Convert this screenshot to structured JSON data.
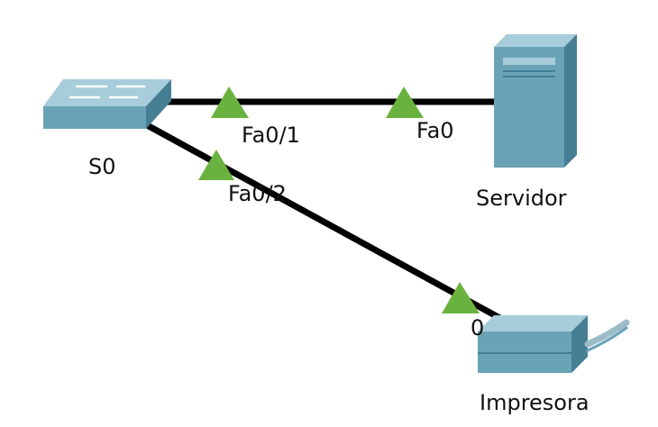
{
  "devices": {
    "switch": {
      "label": "S0",
      "icon": "switch-icon"
    },
    "server": {
      "label": "Servidor",
      "icon": "server-icon"
    },
    "printer": {
      "label": "Impresora",
      "icon": "printer-icon"
    }
  },
  "links": {
    "switch_server": {
      "from_port": "Fa0/1",
      "to_port": "Fa0",
      "status": "up"
    },
    "switch_printer": {
      "from_port": "Fa0/2",
      "to_port": "0",
      "status": "up"
    }
  },
  "colors": {
    "device_fill": "#6aa3b6",
    "device_dark": "#467f94",
    "device_light": "#a8cdda",
    "link": "#000000",
    "link_up_indicator": "#6ab23f"
  }
}
